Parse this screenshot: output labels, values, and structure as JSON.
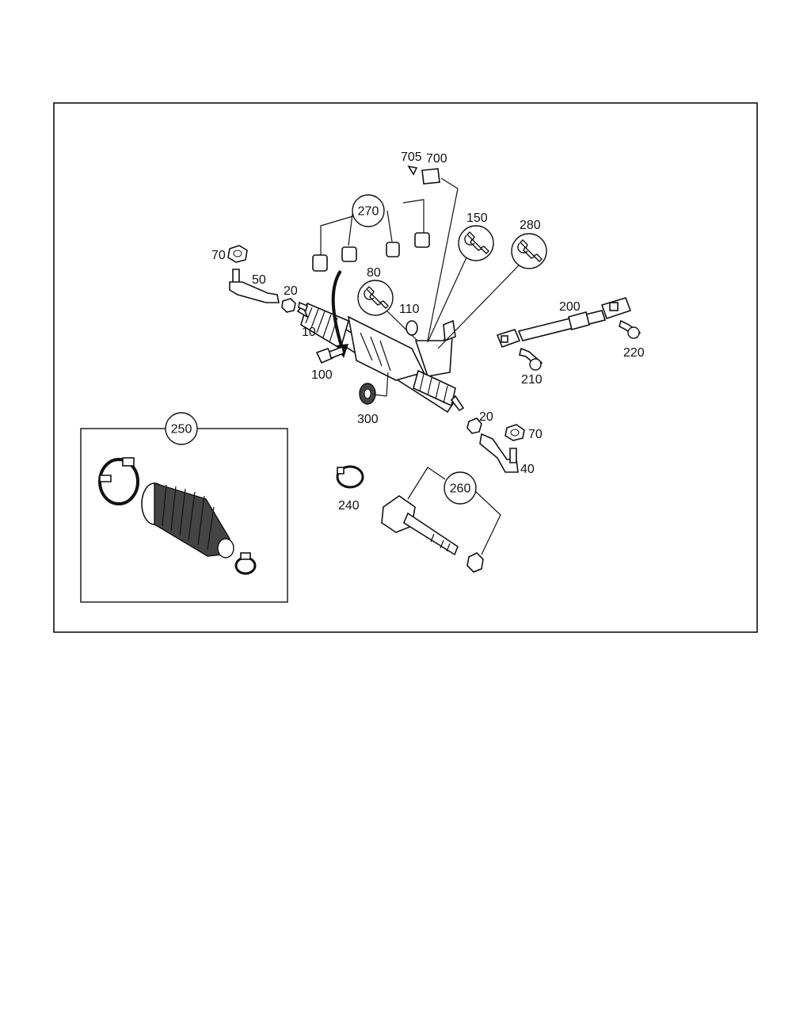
{
  "callouts": {
    "c10": "10",
    "c20a": "20",
    "c20b": "20",
    "c40": "40",
    "c50": "50",
    "c70a": "70",
    "c70b": "70",
    "c80": "80",
    "c100": "100",
    "c110": "110",
    "c150": "150",
    "c200": "200",
    "c210": "210",
    "c220": "220",
    "c240": "240",
    "c250": "250",
    "c260": "260",
    "c270": "270",
    "c280": "280",
    "c300": "300",
    "c700": "700",
    "c705": "705"
  },
  "icons": [
    "wrench-icon"
  ]
}
